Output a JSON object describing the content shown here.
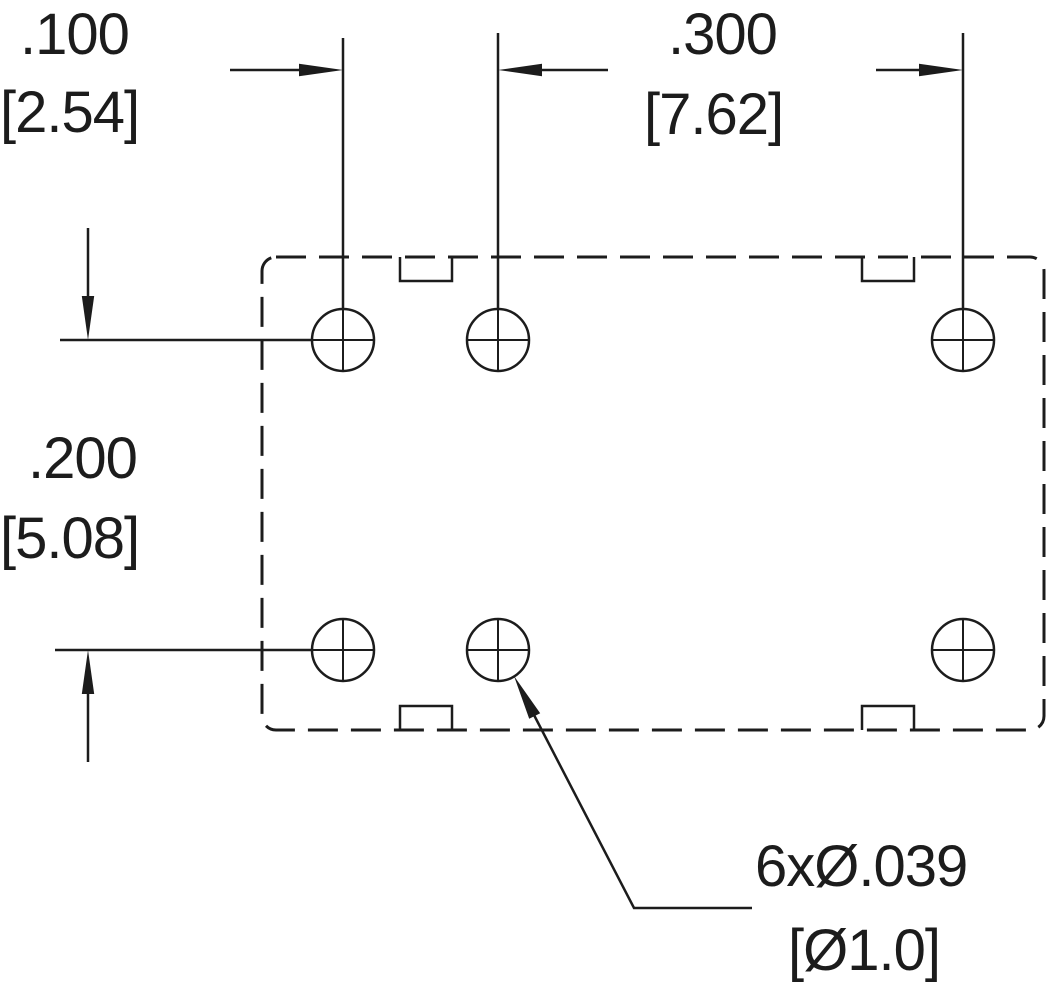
{
  "drawing": {
    "dim_pitch_small": {
      "inch": ".100",
      "mm": "[2.54]"
    },
    "dim_pitch_large": {
      "inch": ".300",
      "mm": "[7.62]"
    },
    "dim_row_spacing": {
      "inch": ".200",
      "mm": "[5.08]"
    },
    "hole_callout": {
      "inch": "6xØ.039",
      "mm": "[Ø1.0]"
    },
    "colors": {
      "line": "#1c1c1c",
      "background": "#ffffff"
    }
  }
}
